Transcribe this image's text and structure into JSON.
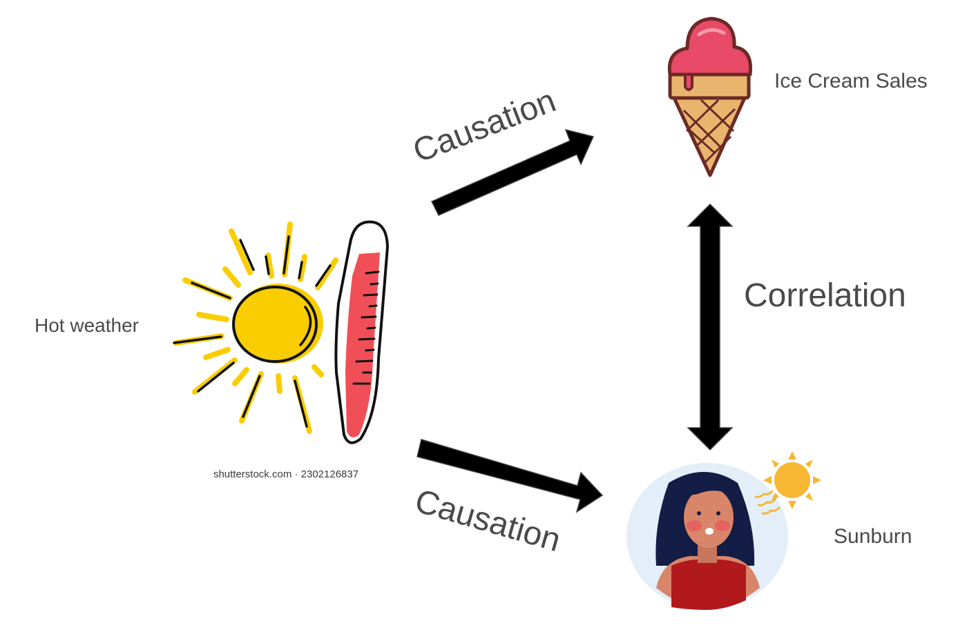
{
  "nodes": {
    "hot_weather": {
      "label": "Hot weather"
    },
    "ice_cream": {
      "label": "Ice Cream Sales"
    },
    "sunburn": {
      "label": "Sunburn"
    }
  },
  "edges": {
    "upper": {
      "label": "Causation"
    },
    "lower": {
      "label": "Causation"
    },
    "vertical": {
      "label": "Correlation"
    }
  },
  "watermark": "shutterstock.com · 2302126837",
  "colors": {
    "text": "#4a4a4a",
    "arrow": "#000000",
    "sun": "#f9cd00",
    "thermometer": "#f04f57",
    "ice_cream": "#e84a68",
    "cone": "#e9b56e",
    "sunburn_sun": "#f7b733",
    "skin": "#d9856a",
    "shirt": "#b1191c",
    "hair": "#131d45",
    "halo": "#e3eef8"
  }
}
